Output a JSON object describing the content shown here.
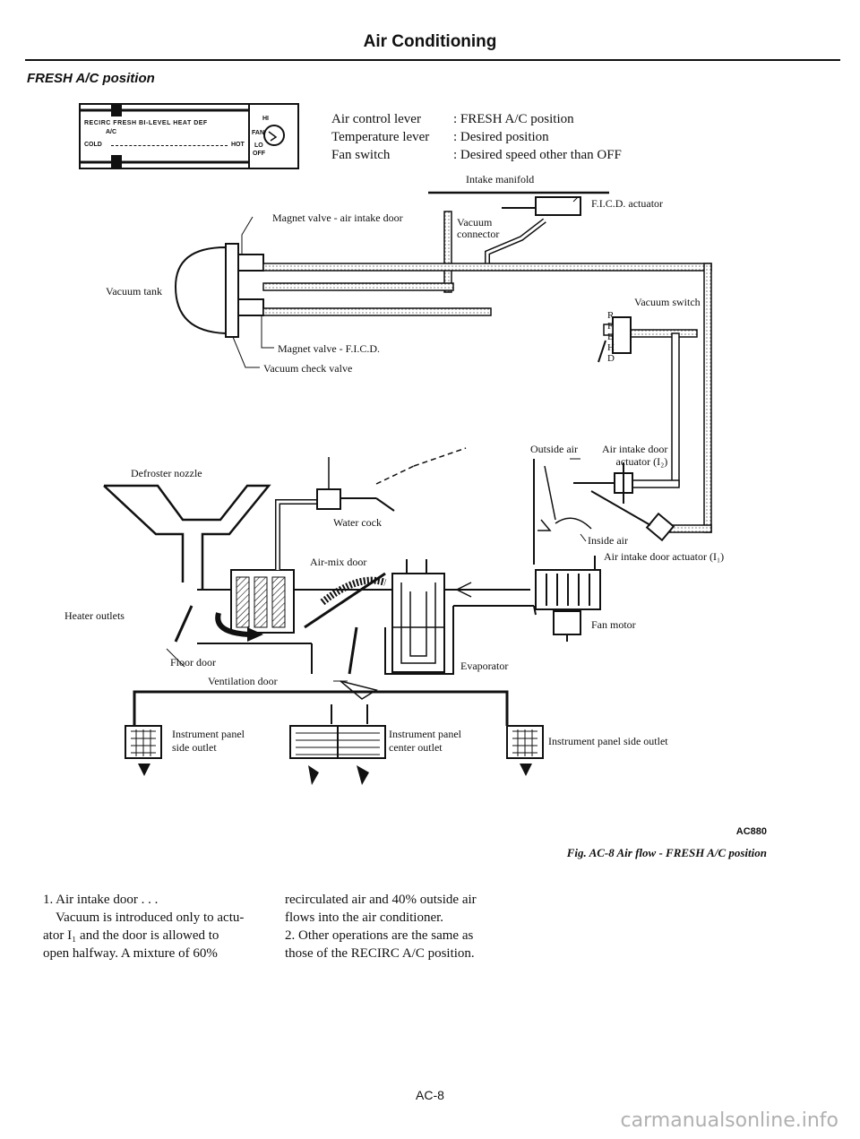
{
  "page": {
    "title": "Air Conditioning",
    "section": "FRESH A/C position",
    "page_number": "AC-8",
    "watermark": "carmanualsonline.info"
  },
  "control_panel": {
    "modes": [
      "RECIRC",
      "FRESH",
      "BI-LEVEL",
      "HEAT",
      "DEF"
    ],
    "sub_label": "A/C",
    "temp_cold": "COLD",
    "temp_hot": "HOT",
    "fan_label": "FAN",
    "fan_hi": "HI",
    "fan_lo": "LO",
    "fan_off": "OFF"
  },
  "settings": [
    {
      "name": "Air control lever",
      "value": ": FRESH A/C position"
    },
    {
      "name": "Temperature lever",
      "value": ": Desired position"
    },
    {
      "name": "Fan switch",
      "value": ": Desired speed other than OFF"
    }
  ],
  "diagram": {
    "labels": {
      "intake_manifold": "Intake manifold",
      "fic_actuator": "F.I.C.D. actuator",
      "magnet_valve_air": "Magnet valve - air intake door",
      "vacuum_connector_1": "Vacuum",
      "vacuum_connector_2": "connector",
      "vacuum_tank": "Vacuum tank",
      "magnet_valve_fic": "Magnet valve - F.I.C.D.",
      "vacuum_check_valve": "Vacuum check valve",
      "vacuum_switch": "Vacuum switch",
      "switch_letters": [
        "R",
        "F",
        "B",
        "H",
        "D"
      ],
      "outside_air": "Outside air",
      "air_intake_door_actuator_i2_1": "Air intake door",
      "air_intake_door_actuator_i2_2": "actuator (I₂)",
      "defroster_nozzle": "Defroster nozzle",
      "water_cock": "Water cock",
      "inside_air": "Inside air",
      "air_intake_door_actuator_i1": "Air intake door actuator (I₁)",
      "air_mix_door": "Air-mix door",
      "heater_outlets": "Heater outlets",
      "fan_motor": "Fan motor",
      "floor_door": "Floor door",
      "evaporator": "Evaporator",
      "ventilation_door": "Ventilation door",
      "instrument_panel_side_outlet_left_1": "Instrument panel",
      "instrument_panel_side_outlet_left_2": "side outlet",
      "instrument_panel_center_outlet_1": "Instrument panel",
      "instrument_panel_center_outlet_2": "center outlet",
      "instrument_panel_side_outlet_right": "Instrument panel side outlet"
    },
    "code": "AC880",
    "caption": "Fig. AC-8 Air flow - FRESH A/C position"
  },
  "body": {
    "col1": [
      "1.   Air intake door . . .",
      "Vacuum is introduced only to actu-",
      "ator I₁ and the door is allowed to",
      "open halfway. A mixture of 60%"
    ],
    "col2": [
      "recirculated air and 40% outside air",
      "flows into the air conditioner.",
      "2.   Other operations are the same as",
      "those of the RECIRC A/C position."
    ]
  }
}
